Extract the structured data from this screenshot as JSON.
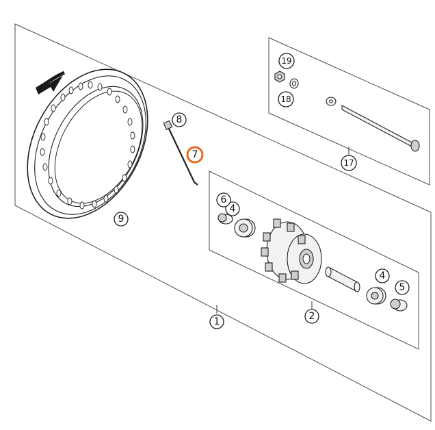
{
  "callouts": {
    "c1": "1",
    "c2": "2",
    "c4a": "4",
    "c4b": "4",
    "c5": "5",
    "c6": "6",
    "c7": "7",
    "c8": "8",
    "c9": "9",
    "c17": "17",
    "c18": "18",
    "c19": "19"
  },
  "colors": {
    "highlight": "#e8681f",
    "line": "#1e1e1e",
    "background": "#ffffff"
  },
  "icons": {
    "rotation_arrow": "rotation-direction-arrow"
  }
}
